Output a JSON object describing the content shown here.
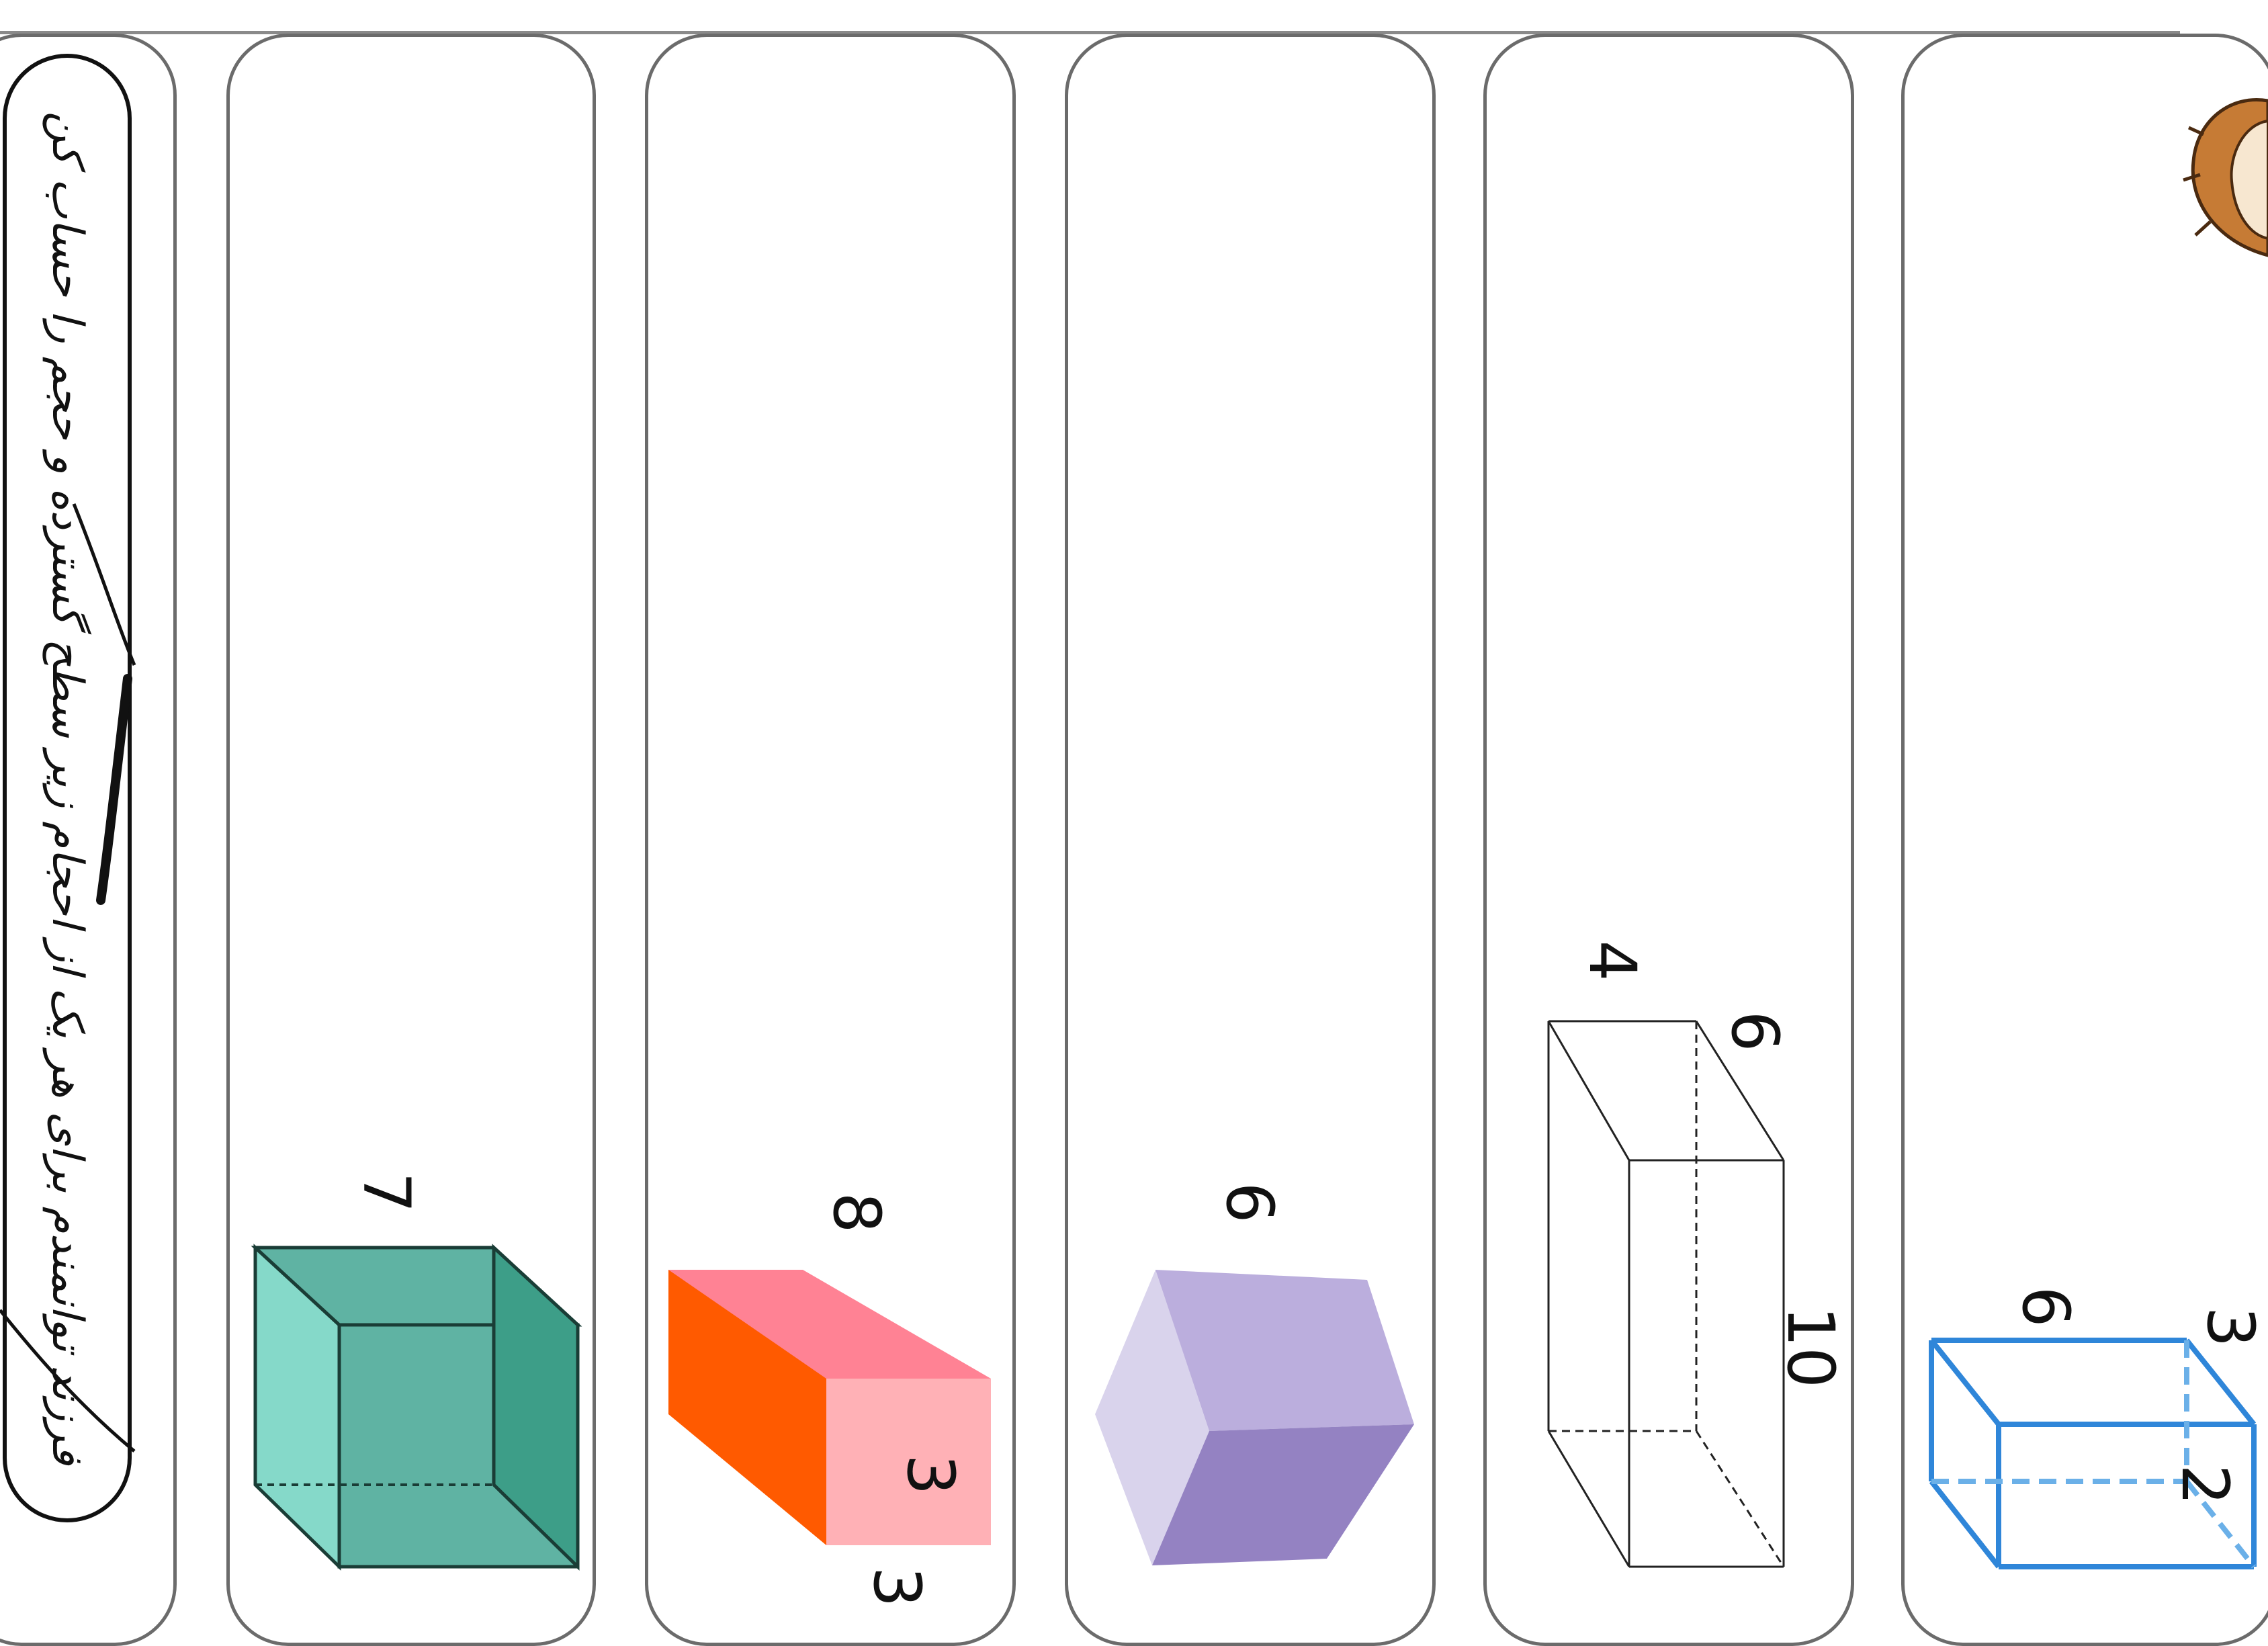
{
  "worksheet": {
    "instruction": "فرزند توانمندم برای هر یک از احجام زیر سطح گسترده و حجم را حساب کن"
  },
  "shapes": [
    {
      "name": "green-cube",
      "labels": [
        "7"
      ]
    },
    {
      "name": "pink-orange-prism",
      "labels": [
        "8",
        "3",
        "3"
      ]
    },
    {
      "name": "purple-cube",
      "labels": [
        "6"
      ]
    },
    {
      "name": "wireframe-prism",
      "labels": [
        "4",
        "6",
        "10"
      ]
    },
    {
      "name": "blue-prism",
      "labels": [
        "6",
        "3",
        "2"
      ]
    }
  ],
  "colors": {
    "green_top": "#5fb3a3",
    "green_left": "#85d9c9",
    "green_right": "#3d9e88",
    "pink_top": "#ff8294",
    "pink_front": "#ffb1b6",
    "orange_side": "#ff5a00",
    "purple_top": "#bbaedd",
    "purple_left": "#d9d3ec",
    "purple_right": "#9482c2",
    "blue_edge": "#2f86d9",
    "blue_dash": "#6bb0e8"
  }
}
